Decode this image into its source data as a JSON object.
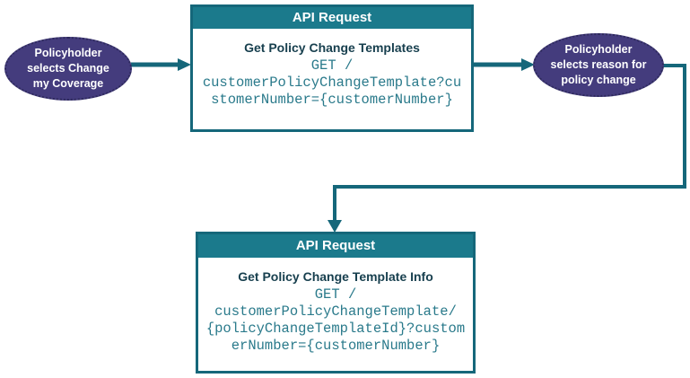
{
  "colors": {
    "teal": "#1b7a8c",
    "teal_dark": "#15677a",
    "purple": "#443c7d",
    "purple_border": "#2e2a5c",
    "title_text": "#173f4e",
    "code_text": "#2a7a8b",
    "white": "#ffffff"
  },
  "ellipses": [
    {
      "label": "Policyholder\nselects Change\nmy Coverage"
    },
    {
      "label": "Policyholder\nselects reason for\npolicy change"
    }
  ],
  "boxes": [
    {
      "header": "API Request",
      "title": "Get Policy Change Templates",
      "code": "GET /\ncustomerPolicyChangeTemplate?cu\nstomerNumber={customerNumber}"
    },
    {
      "header": "API Request",
      "title": "Get Policy Change Template Info",
      "code": "GET /\ncustomerPolicyChangeTemplate/\n{policyChangeTemplateId}?custom\nerNumber={customerNumber}"
    }
  ]
}
